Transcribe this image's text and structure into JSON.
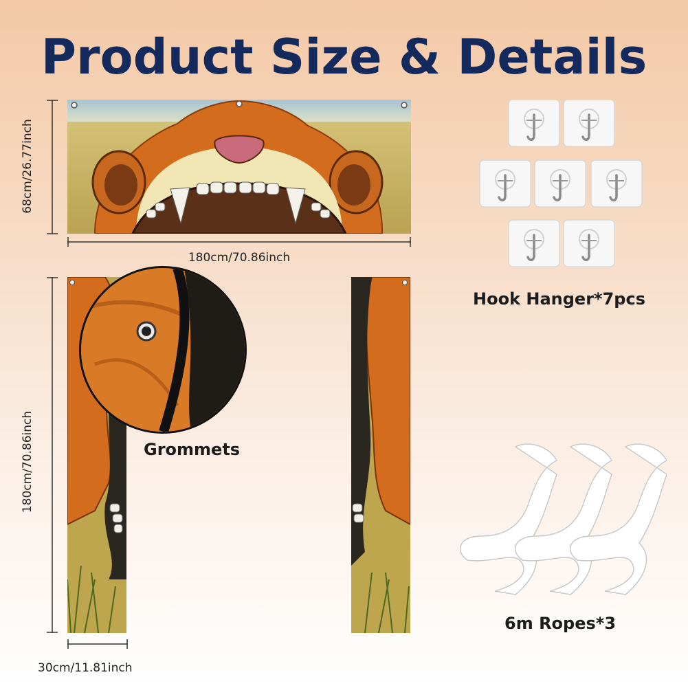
{
  "title": "Product Size & Details",
  "dimensions": {
    "banner_height": "68cm/26.77inch",
    "banner_width": "180cm/70.86inch",
    "panel_height": "180cm/70.86inch",
    "panel_width": "30cm/11.81inch"
  },
  "labels": {
    "grommets": "Grommets",
    "hooks": "Hook Hanger*7pcs",
    "ropes": "6m Ropes*3"
  },
  "colors": {
    "title": "#152a5c",
    "mane": "#d8731f",
    "grass": "#c9b760",
    "sky": "#a9c7d8"
  }
}
